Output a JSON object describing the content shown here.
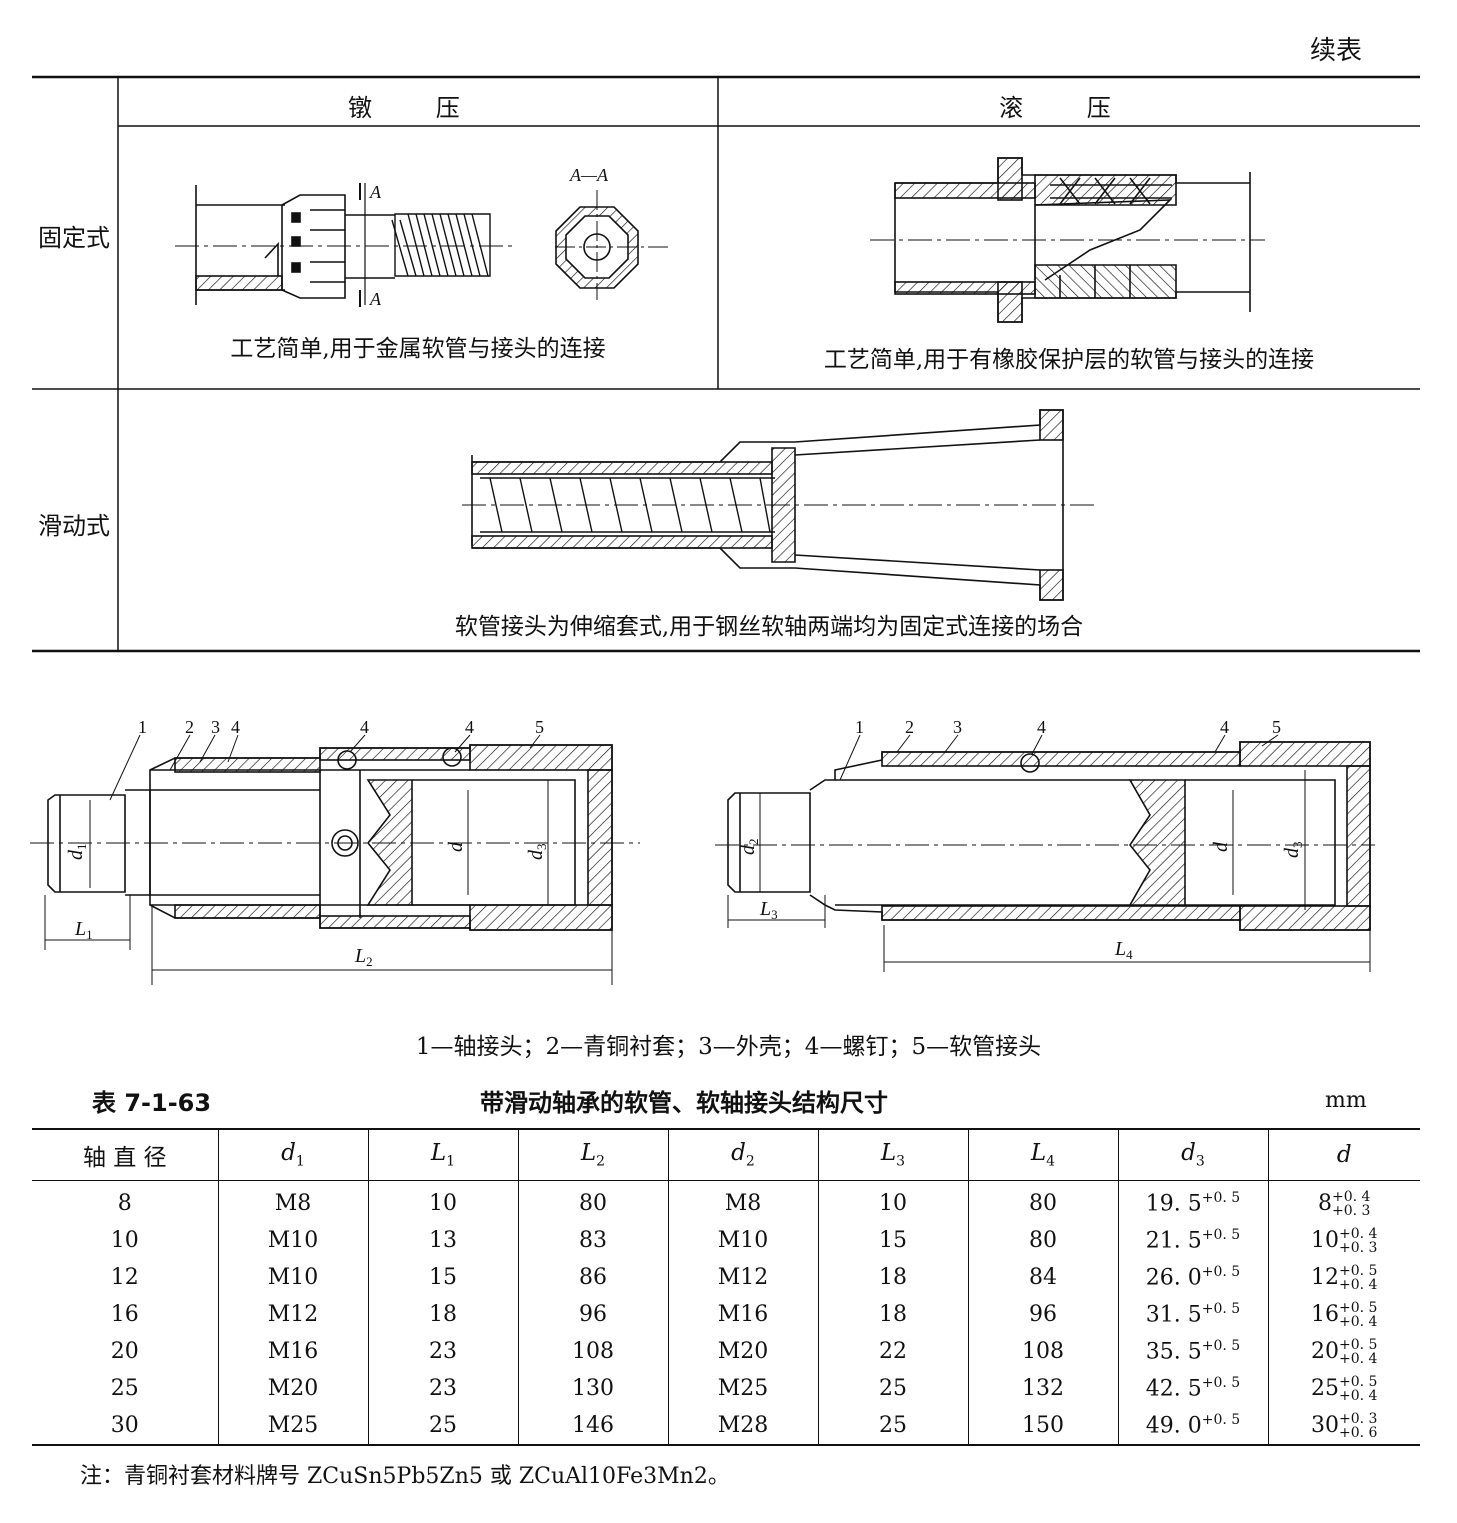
{
  "continued_label": "续表",
  "top_table": {
    "header_left": "镦 压",
    "header_right": "滚 压",
    "row1_label": "固定式",
    "row2_label": "滑动式",
    "section_label": "A—A",
    "cut_mark": "A",
    "caption_upset": "工艺简单,用于金属软管与接头的连接",
    "caption_roll": "工艺简单,用于有橡胶保护层的软管与接头的连接",
    "caption_sliding": "软管接头为伸缩套式,用于钢丝软轴两端均为固定式连接的场合"
  },
  "drawings": {
    "part_numbers_left": [
      "1",
      "2",
      "3",
      "4",
      "4",
      "4",
      "5"
    ],
    "part_numbers_right": [
      "1",
      "2",
      "3",
      "4",
      "4",
      "5"
    ],
    "dims_left": [
      "d1",
      "d",
      "d3",
      "L1",
      "L2"
    ],
    "dims_right": [
      "d2",
      "d",
      "d3",
      "L3",
      "L4"
    ],
    "legend": "1—轴接头；2—青铜衬套；3—外壳；4—螺钉；5—软管接头"
  },
  "table": {
    "number": "表 7-1-63",
    "title": "带滑动轴承的软管、软轴接头结构尺寸",
    "unit": "mm",
    "headers": [
      "轴 直 径",
      "d1",
      "L1",
      "L2",
      "d2",
      "L3",
      "L4",
      "d3",
      "d"
    ],
    "rows": [
      {
        "shaft": "8",
        "d1": "M8",
        "L1": "10",
        "L2": "80",
        "d2": "M8",
        "L3": "10",
        "L4": "80",
        "d3": "19. 5",
        "d3_tol": "+0. 5",
        "d": "8",
        "d_up": "+0. 4",
        "d_lo": "+0. 3"
      },
      {
        "shaft": "10",
        "d1": "M10",
        "L1": "13",
        "L2": "83",
        "d2": "M10",
        "L3": "15",
        "L4": "80",
        "d3": "21. 5",
        "d3_tol": "+0. 5",
        "d": "10",
        "d_up": "+0. 4",
        "d_lo": "+0. 3"
      },
      {
        "shaft": "12",
        "d1": "M10",
        "L1": "15",
        "L2": "86",
        "d2": "M12",
        "L3": "18",
        "L4": "84",
        "d3": "26. 0",
        "d3_tol": "+0. 5",
        "d": "12",
        "d_up": "+0. 5",
        "d_lo": "+0. 4"
      },
      {
        "shaft": "16",
        "d1": "M12",
        "L1": "18",
        "L2": "96",
        "d2": "M16",
        "L3": "18",
        "L4": "96",
        "d3": "31. 5",
        "d3_tol": "+0. 5",
        "d": "16",
        "d_up": "+0. 5",
        "d_lo": "+0. 4"
      },
      {
        "shaft": "20",
        "d1": "M16",
        "L1": "23",
        "L2": "108",
        "d2": "M20",
        "L3": "22",
        "L4": "108",
        "d3": "35. 5",
        "d3_tol": "+0. 5",
        "d": "20",
        "d_up": "+0. 5",
        "d_lo": "+0. 4"
      },
      {
        "shaft": "25",
        "d1": "M20",
        "L1": "23",
        "L2": "130",
        "d2": "M25",
        "L3": "25",
        "L4": "132",
        "d3": "42. 5",
        "d3_tol": "+0. 5",
        "d": "25",
        "d_up": "+0. 5",
        "d_lo": "+0. 4"
      },
      {
        "shaft": "30",
        "d1": "M25",
        "L1": "25",
        "L2": "146",
        "d2": "M28",
        "L3": "25",
        "L4": "150",
        "d3": "49. 0",
        "d3_tol": "+0. 5",
        "d": "30",
        "d_up": "+0. 3",
        "d_lo": "+0. 6"
      }
    ]
  },
  "note": "注：青铜衬套材料牌号 ZCuSn5Pb5Zn5 或 ZCuAl10Fe3Mn2。"
}
